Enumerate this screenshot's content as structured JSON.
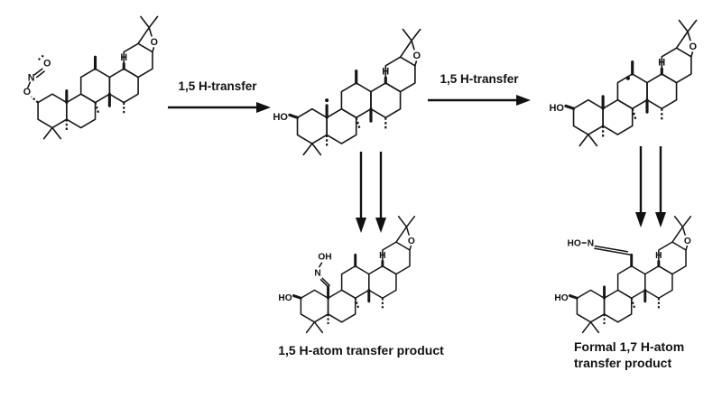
{
  "background": "#ffffff",
  "ink": "#111111",
  "atoms": {
    "H": "H",
    "O": "O",
    "N": "N",
    "HO": "HO",
    "OH": "OH"
  },
  "labels": {
    "arrow1": "1,5 H-transfer",
    "arrow2": "1,5 H-transfer",
    "product1": "1,5 H-atom transfer product",
    "product2": "Formal 1,7 H-atom transfer product"
  }
}
